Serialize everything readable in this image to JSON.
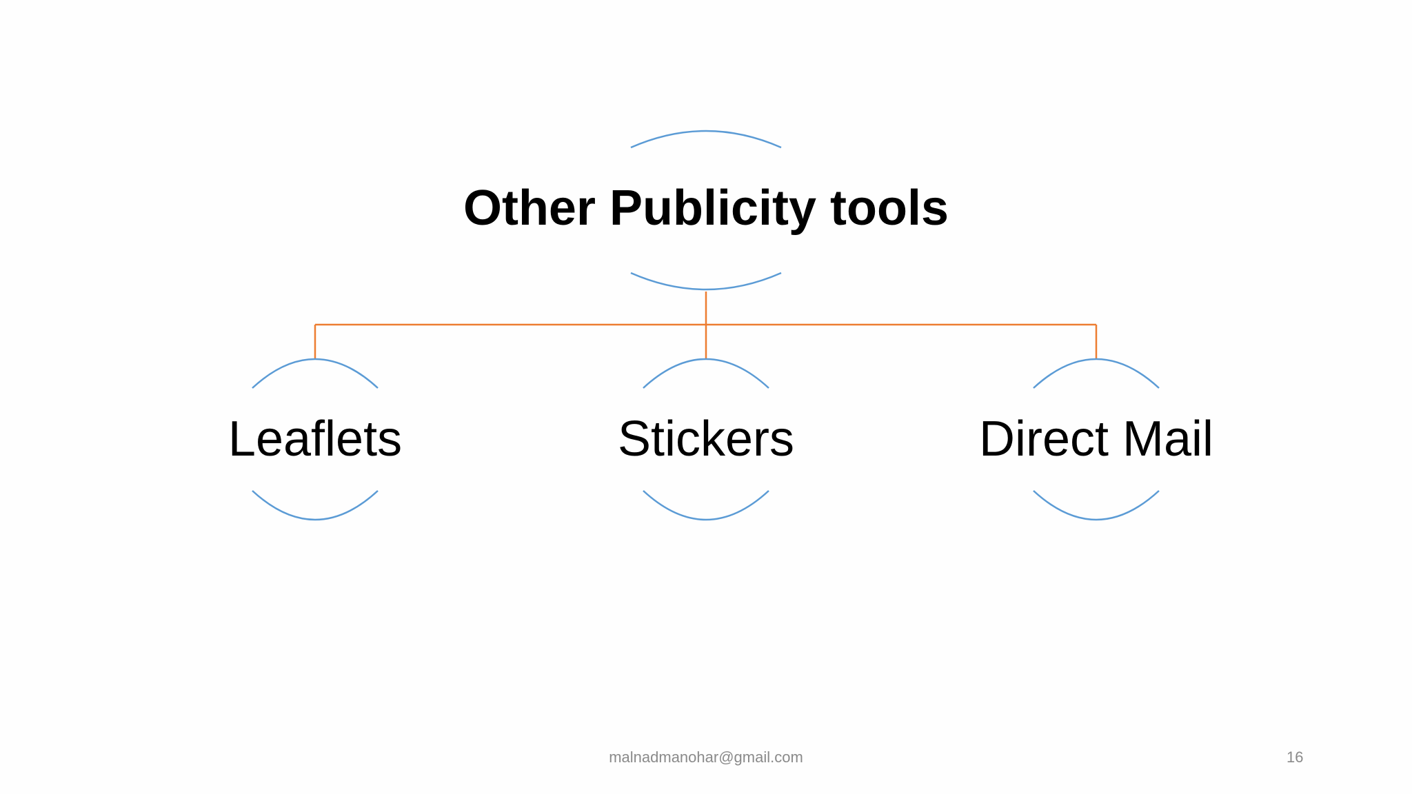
{
  "diagram": {
    "root": {
      "label": "Other Publicity tools"
    },
    "children": [
      {
        "label": "Leaflets"
      },
      {
        "label": "Stickers"
      },
      {
        "label": "Direct Mail"
      }
    ]
  },
  "footer": {
    "email": "malnadmanohar@gmail.com",
    "page_number": "16"
  },
  "colors": {
    "node_outline": "#5b9bd5",
    "connector": "#ed7d31",
    "text": "#000000",
    "footer_text": "#8a8a8a",
    "background": "#fefefe"
  }
}
